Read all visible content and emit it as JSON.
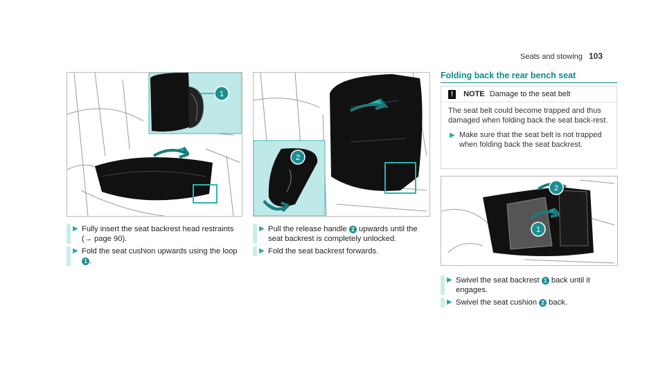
{
  "header": {
    "section": "Seats and stowing",
    "page_number": "103"
  },
  "figures": {
    "fig1": {
      "callouts": [
        "1"
      ]
    },
    "fig2": {
      "callouts": [
        "2"
      ]
    },
    "fig3": {
      "callouts": [
        "2",
        "1"
      ]
    }
  },
  "col1": {
    "step1": {
      "text": "Fully insert the seat backrest head restraints (→ page 90)."
    },
    "step2": {
      "text_before": "Fold the seat cushion upwards using the loop",
      "callout": "1",
      "text_after": "."
    }
  },
  "col2": {
    "step1": {
      "text_before": "Pull the release handle",
      "callout": "2",
      "text_after": "upwards until the seat backrest is completely unlocked."
    },
    "step2": {
      "text": "Fold the seat backrest forwards."
    }
  },
  "col3": {
    "title": "Folding back the rear bench seat",
    "note": {
      "label": "NOTE",
      "heading": "Damage to the seat belt",
      "body": "The seat belt could become trapped and thus damaged when folding back the seat back-rest.",
      "step": "Make sure that the seat belt is not trapped when folding back the seat backrest."
    },
    "step1": {
      "text_before": "Swivel the seat backrest",
      "callout": "1",
      "text_after": "back until it engages."
    },
    "step2": {
      "text_before": "Swivel the seat cushion",
      "callout": "2",
      "text_after": "back."
    }
  },
  "colors": {
    "accent": "#0f8a8a",
    "panel": "#bfe9e9",
    "highlight": "#2bb3b3"
  }
}
